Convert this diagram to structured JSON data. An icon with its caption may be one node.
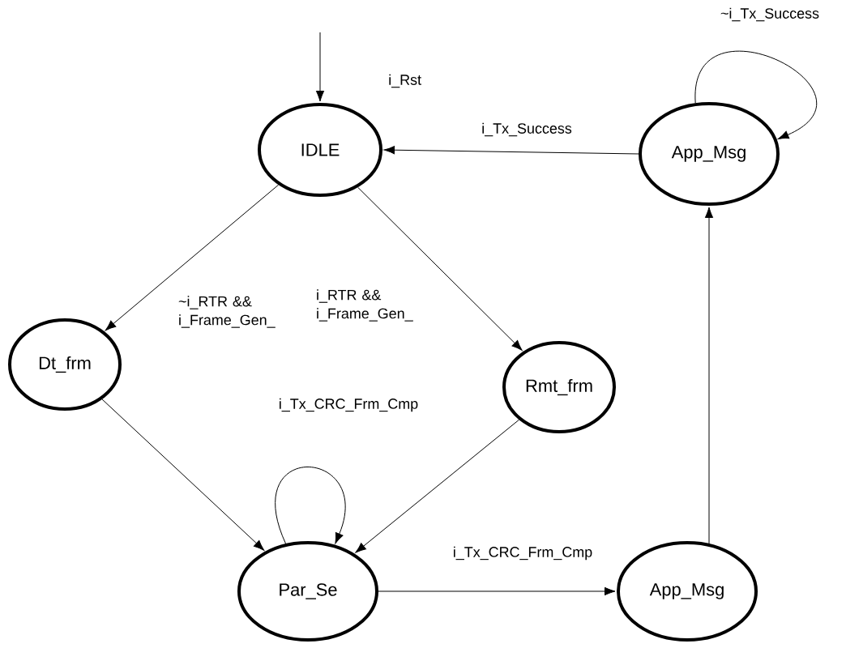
{
  "diagram": {
    "nodes": [
      {
        "text": [
          "IDLE"
        ]
      },
      {
        "text": [
          "Dt_frm"
        ]
      },
      {
        "text": [
          "Rmt_frm"
        ]
      },
      {
        "text": [
          "Par_Se"
        ]
      },
      {
        "text": [
          "App_Msg"
        ]
      },
      {
        "text": [
          "App_Msg"
        ]
      }
    ],
    "edges": [
      {
        "from": null,
        "to": 0,
        "arrow": "to",
        "label": "i_Rst"
      },
      {
        "from": 0,
        "to": 1,
        "arrow": "to",
        "label": "~i_RTR && i_Frame_Gen_"
      },
      {
        "from": 0,
        "to": 2,
        "arrow": "to",
        "label": "i_RTR && i_Frame_Gen_"
      },
      {
        "from": 1,
        "to": 3,
        "arrow": "to"
      },
      {
        "from": 2,
        "to": 3,
        "arrow": "to"
      },
      {
        "from": 3,
        "to": 3,
        "arrow": "to",
        "label": "i_Tx_CRC_Frm_Cmp"
      },
      {
        "from": 3,
        "to": 4,
        "arrow": "to",
        "label": "i_Tx_CRC_Frm_Cmp"
      },
      {
        "from": 4,
        "to": 5,
        "arrow": "to"
      },
      {
        "from": 5,
        "to": 0,
        "arrow": "to",
        "label": "i_Tx_Success"
      },
      {
        "from": 5,
        "to": 5,
        "arrow": "to",
        "label": "~i_Tx_Success"
      }
    ]
  }
}
